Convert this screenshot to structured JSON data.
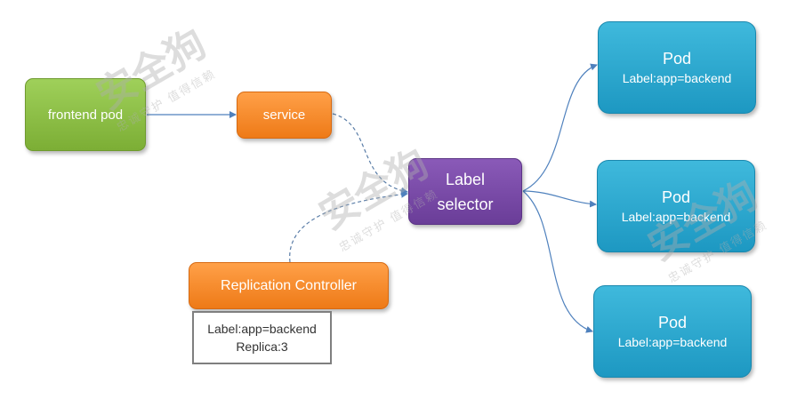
{
  "nodes": {
    "frontend_pod": "frontend pod",
    "service": "service",
    "label_selector": [
      "Label",
      "selector"
    ],
    "replication_controller": "Replication Controller",
    "rc_details": [
      "Label:app=backend",
      "Replica:3"
    ],
    "pods": [
      {
        "title": "Pod",
        "label": "Label:app=backend"
      },
      {
        "title": "Pod",
        "label": "Label:app=backend"
      },
      {
        "title": "Pod",
        "label": "Label:app=backend"
      }
    ]
  },
  "watermark": {
    "brand": "安全狗",
    "slogan": "忠诚守护 值得信赖"
  },
  "colors": {
    "frontend": "#8ec148",
    "orange": "#f28a2a",
    "selector": "#7a4aa9",
    "pod": "#2aa8d1",
    "edge": "#4f81bd",
    "dashed_edge": "#5b7ea8"
  }
}
